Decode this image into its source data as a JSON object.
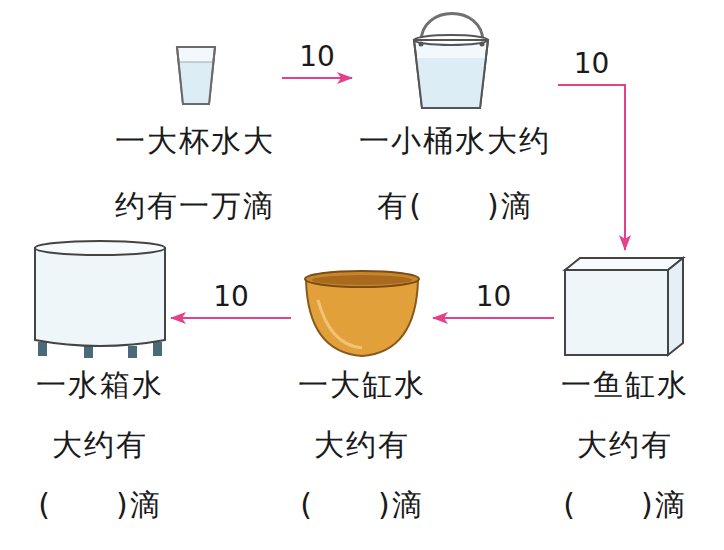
{
  "diagram": {
    "nodes": [
      {
        "text": [
          "一大杯水大约有一万滴"
        ]
      },
      {
        "text": [
          "一小桶水大约有(　　)滴"
        ]
      },
      {
        "text": [
          "一鱼缸水大约有(　　)滴"
        ]
      },
      {
        "text": [
          "一大缸水大约有(　　)滴"
        ]
      },
      {
        "text": [
          "一水箱水大约有(　　)滴"
        ]
      }
    ],
    "edges": [
      {
        "from": 0,
        "to": 1,
        "arrow": "to",
        "label": "10"
      },
      {
        "from": 1,
        "to": 2,
        "arrow": "to",
        "label": "10"
      },
      {
        "from": 2,
        "to": 3,
        "arrow": "to",
        "label": "10"
      },
      {
        "from": 3,
        "to": 4,
        "arrow": "to",
        "label": "10"
      }
    ]
  }
}
